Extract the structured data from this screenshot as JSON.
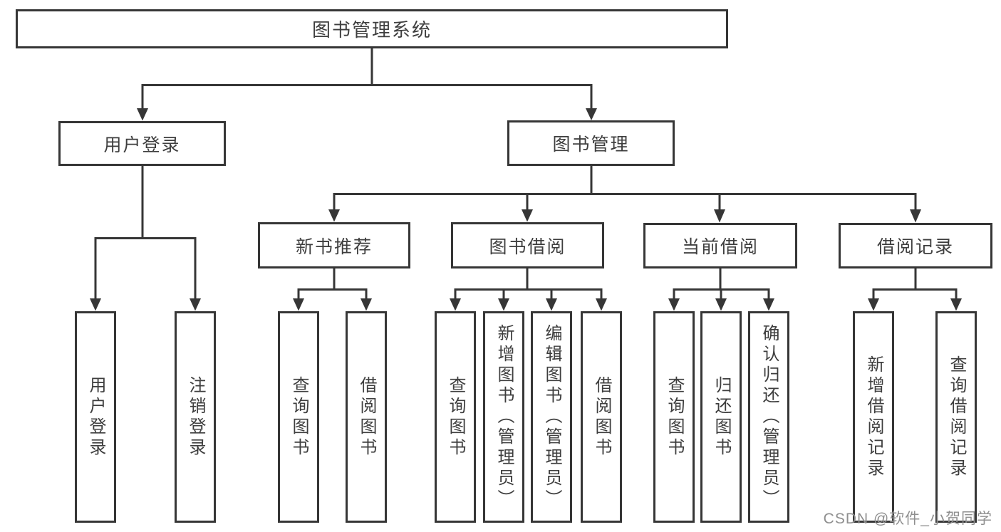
{
  "colors": {
    "line": "#363636",
    "text": "#3e3e3e",
    "box_background": "#ffffff",
    "watermark": "#8f8f8f"
  },
  "watermark": {
    "text": "CSDN @软件_小贺同学"
  },
  "tree": {
    "root": {
      "label": "图书管理系统",
      "children": [
        {
          "label": "用户登录",
          "children": [
            {
              "label": "用户登录"
            },
            {
              "label": "注销登录"
            }
          ]
        },
        {
          "label": "图书管理",
          "children": [
            {
              "label": "新书推荐",
              "children": [
                {
                  "label": "查询图书"
                },
                {
                  "label": "借阅图书"
                }
              ]
            },
            {
              "label": "图书借阅",
              "children": [
                {
                  "label": "查询图书"
                },
                {
                  "label": "新增图书（管理员）"
                },
                {
                  "label": "编辑图书（管理员）"
                },
                {
                  "label": "借阅图书"
                }
              ]
            },
            {
              "label": "当前借阅",
              "children": [
                {
                  "label": "查询图书"
                },
                {
                  "label": "归还图书"
                },
                {
                  "label": "确认归还（管理员）"
                }
              ]
            },
            {
              "label": "借阅记录",
              "children": [
                {
                  "label": "新增借阅记录"
                },
                {
                  "label": "查询借阅记录"
                }
              ]
            }
          ]
        }
      ]
    }
  }
}
